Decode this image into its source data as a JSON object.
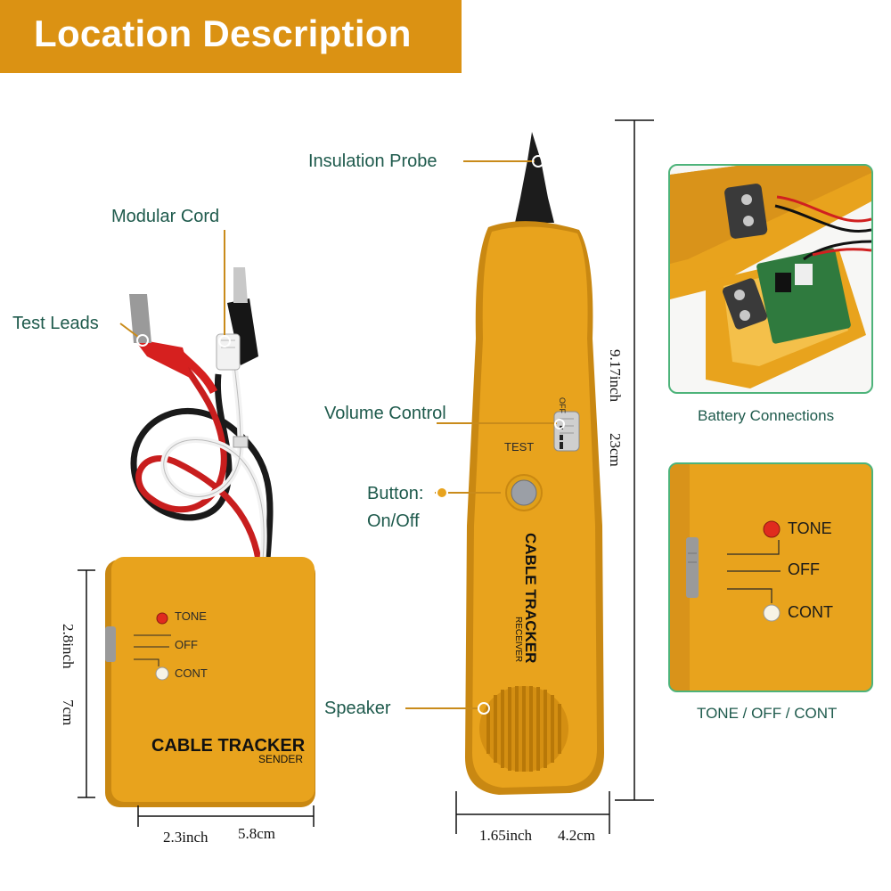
{
  "header": {
    "title": "Location Description"
  },
  "callouts": {
    "insulation_probe": "Insulation Probe",
    "modular_cord": "Modular Cord",
    "test_leads": "Test Leads",
    "volume_control": "Volume Control",
    "button_line1": "Button:",
    "button_line2": "On/Off",
    "speaker": "Speaker"
  },
  "sender": {
    "brand": "CABLE TRACKER",
    "subtitle": "SENDER",
    "switch_labels": [
      "TONE",
      "OFF",
      "CONT"
    ],
    "height_inch": "2.8inch",
    "height_cm": "7cm",
    "width_inch": "2.3inch",
    "width_cm": "5.8cm"
  },
  "receiver": {
    "brand": "CABLE TRACKER",
    "subtitle": "RECEIVER",
    "test_label": "TEST",
    "off_label": "OFF",
    "height_inch": "9.17inch",
    "height_cm": "23cm",
    "width_inch": "1.65inch",
    "width_cm": "4.2cm"
  },
  "panels": {
    "battery_caption": "Battery Connections",
    "switch_caption": "TONE / OFF / CONT",
    "switch_labels": [
      "TONE",
      "OFF",
      "CONT"
    ]
  },
  "colors": {
    "banner": "#DB9213",
    "device_body": "#E8A31D",
    "callout_text": "#1E5A4C",
    "leader_line": "#C98B1A",
    "panel_border": "#4DB37A"
  }
}
